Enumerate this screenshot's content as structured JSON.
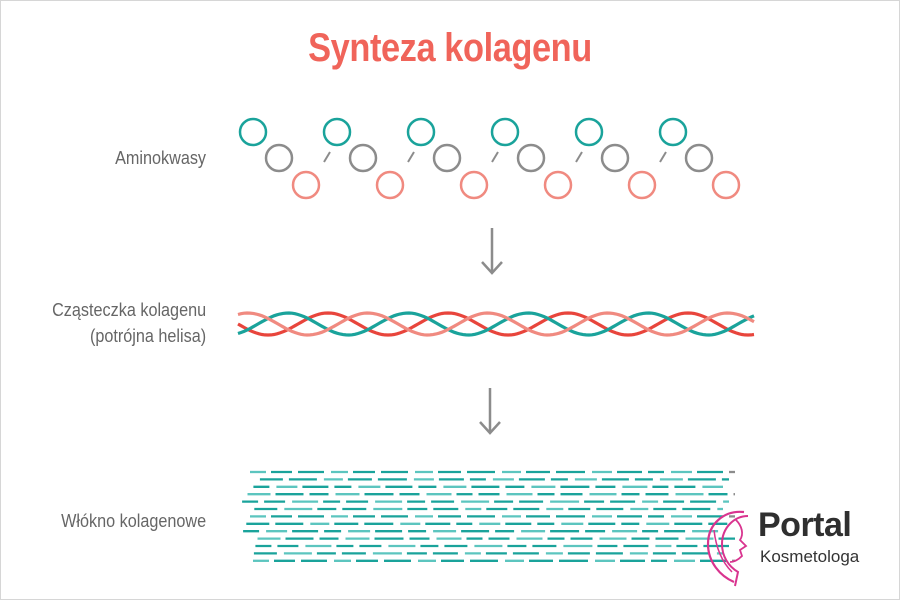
{
  "title": "Synteza kolagenu",
  "stages": {
    "amino": {
      "label": "Aminokwasy"
    },
    "helix": {
      "label_line1": "Cząsteczka kolagenu",
      "label_line2": "(potrójna helisa)"
    },
    "fiber": {
      "label": "Włókno kolagenowe"
    }
  },
  "logo": {
    "name": "Portal",
    "subtitle": "Kosmetologa",
    "icon": "woman-profile-icon"
  },
  "colors": {
    "title": "#f0645a",
    "teal": "#1aa39b",
    "gray": "#8c8c8c",
    "red": "#e8453c",
    "salmon": "#f08a80",
    "lightTeal": "#5cc5bf",
    "arrow": "#8c8c8c",
    "logoPink": "#d9348f"
  }
}
